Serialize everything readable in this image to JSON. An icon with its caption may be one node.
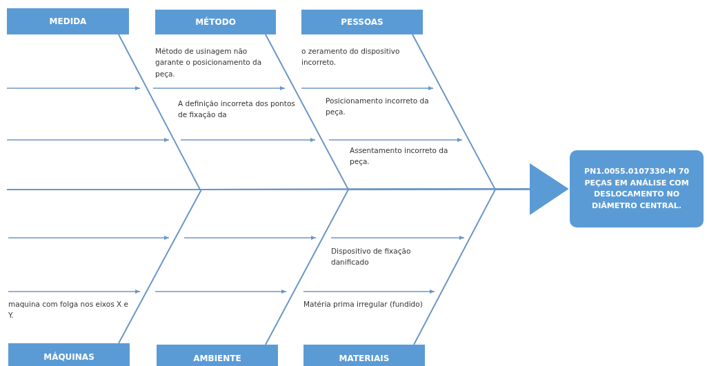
{
  "diagram": {
    "nodes": [
      {
        "text": [
          "MEDIDA"
        ]
      },
      {
        "text": [
          "MÉTODO"
        ]
      },
      {
        "text": [
          "PESSOAS"
        ]
      },
      {
        "text": [
          "PN1.0055.0107330-M 70 PEÇAS EM ANÁLISE COM DESLOCAMENTO NO DIÂMETRO CENTRAL."
        ]
      },
      {
        "text": [
          "MÁQUINAS"
        ]
      },
      {
        "text": [
          "AMBIENTE"
        ]
      },
      {
        "text": [
          "MATERIAIS"
        ]
      }
    ],
    "edges": [
      {
        "from": 0,
        "to": 3,
        "arrow": "to"
      },
      {
        "from": 1,
        "to": 3,
        "arrow": "to"
      },
      {
        "from": 2,
        "to": 3,
        "arrow": "to"
      },
      {
        "from": 4,
        "to": 3,
        "arrow": "to"
      },
      {
        "from": 5,
        "to": 3,
        "arrow": "to"
      },
      {
        "from": 6,
        "to": 3,
        "arrow": "to"
      }
    ],
    "labels": [
      "Método de usinagem não garante o posicionamento da peça.",
      "o zeramento do dispositivo incorreto.",
      "A definição incorreta dos pontos de fixação da",
      "Posicionamento incorreto da peça.",
      "Assentamento incorreto da peça.",
      "Dispositivo de fixação danificado",
      "maquina com folga nos eixos X e Y.",
      "Matéria prima irregular (fundido)"
    ]
  }
}
